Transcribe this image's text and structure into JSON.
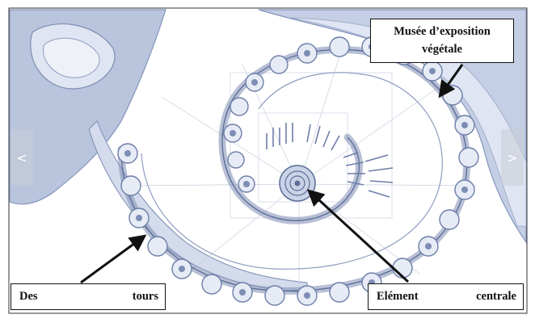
{
  "labels": {
    "musee_line1": "Musée d’exposition",
    "musee_line2": "végétale",
    "tours_word1": "Des",
    "tours_word2": "tours",
    "element_word1": "Elément",
    "element_word2": "centrale"
  },
  "nav": {
    "prev": "<",
    "next": ">"
  },
  "colors": {
    "ink": "#111111",
    "plan_fill": "#c9d2e6",
    "plan_dark": "#7d8db3",
    "plan_light": "#e6ebf5"
  }
}
